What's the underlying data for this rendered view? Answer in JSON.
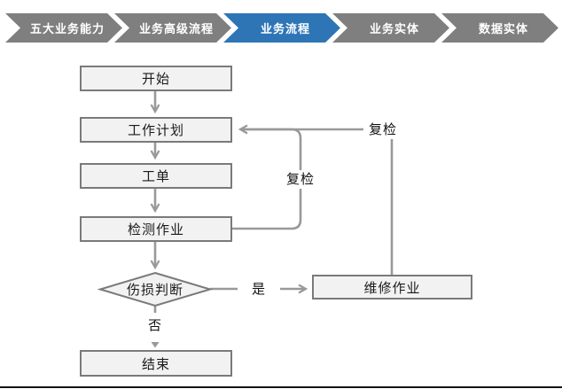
{
  "breadcrumb": {
    "items": [
      {
        "label": "五大业务能力",
        "active": false
      },
      {
        "label": "业务高级流程",
        "active": false
      },
      {
        "label": "业务流程",
        "active": true
      },
      {
        "label": "业务实体",
        "active": false
      },
      {
        "label": "数据实体",
        "active": false
      }
    ],
    "colors": {
      "inactive_bg": "#7f7f7f",
      "active_bg": "#2e75b6",
      "text": "#ffffff"
    }
  },
  "flowchart": {
    "nodes": [
      {
        "id": "start",
        "label": "开始",
        "shape": "rect"
      },
      {
        "id": "work-plan",
        "label": "工作计划",
        "shape": "rect"
      },
      {
        "id": "work-order",
        "label": "工单",
        "shape": "rect"
      },
      {
        "id": "inspection-job",
        "label": "检测作业",
        "shape": "rect"
      },
      {
        "id": "damage-decision",
        "label": "伤损判断",
        "shape": "diamond"
      },
      {
        "id": "repair-job",
        "label": "维修作业",
        "shape": "rect"
      },
      {
        "id": "end",
        "label": "结束",
        "shape": "rect"
      }
    ],
    "edges": [
      {
        "from": "start",
        "to": "work-plan",
        "label": ""
      },
      {
        "from": "work-plan",
        "to": "work-order",
        "label": ""
      },
      {
        "from": "work-order",
        "to": "inspection-job",
        "label": ""
      },
      {
        "from": "inspection-job",
        "to": "damage-decision",
        "label": ""
      },
      {
        "from": "damage-decision",
        "to": "repair-job",
        "label": "是"
      },
      {
        "from": "damage-decision",
        "to": "end",
        "label": "否"
      },
      {
        "from": "inspection-job",
        "to": "work-plan",
        "label": "复检"
      },
      {
        "from": "repair-job",
        "to": "work-plan",
        "label": "复检"
      }
    ],
    "edge_labels": {
      "yes": "是",
      "no": "否",
      "recheck_inner": "复检",
      "recheck_outer": "复检"
    },
    "colors": {
      "node_fill": "#f2f2f2",
      "node_border": "#7a7a7a",
      "connector": "#999999",
      "text": "#1a1a1a"
    }
  }
}
